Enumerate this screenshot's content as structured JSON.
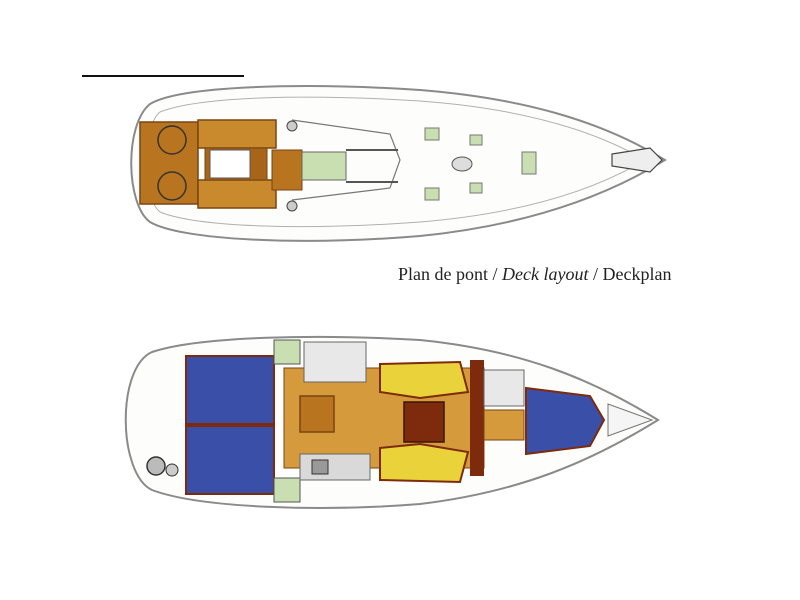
{
  "caption": {
    "fr": "Plan de pont",
    "sep1": " / ",
    "en": "Deck layout",
    "sep2": " / ",
    "de": "Deckplan"
  },
  "colors": {
    "hull_outline": "#8a8a8a",
    "teak": "#b8741e",
    "teak_dark": "#7a4412",
    "hatch_green": "#c9dfb2",
    "cushion_blue": "#3a4fa8",
    "mahogany": "#7e2a0c",
    "sofa_yellow": "#e9d23a",
    "sole_wood": "#d49a3c",
    "galley_grey": "#d9d9d9"
  }
}
